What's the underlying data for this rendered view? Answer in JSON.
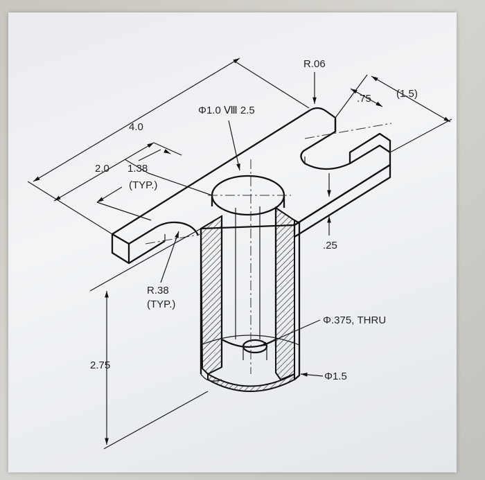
{
  "drawing": {
    "labels": {
      "r06": "R.06",
      "d75": ".75",
      "d15p": "(1.5)",
      "hole1": "Φ1.0 Ⅷ 2.5",
      "len40": "4.0",
      "len20": "2.0",
      "len138": "1.38",
      "typ1": "(TYP.)",
      "d25": ".25",
      "r38": "R.38",
      "typ2": "(TYP.)",
      "h275": "2.75",
      "thru": "Φ.375, THRU",
      "d15": "Φ1.5"
    }
  }
}
